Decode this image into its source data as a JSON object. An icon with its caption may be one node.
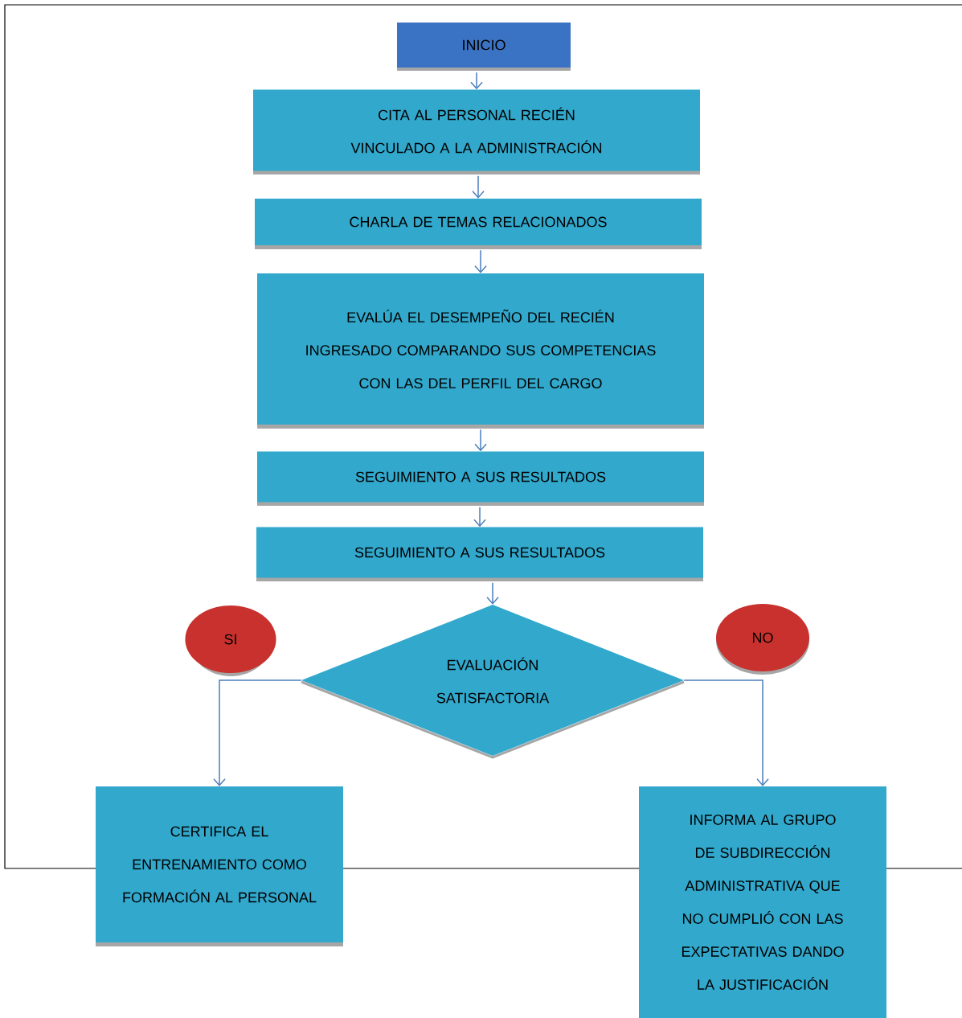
{
  "diagram": {
    "nodes": [
      {
        "text": [
          "INICIO"
        ]
      },
      {
        "text": [
          "CITA AL PERSONAL RECIÉN VINCULADO A LA ADMINISTRACIÓN"
        ]
      },
      {
        "text": [
          "CHARLA DE TEMAS RELACIONADOS"
        ]
      },
      {
        "text": [
          "EVALÚA EL DESEMPEÑO DEL RECIÉN INGRESADO COMPARANDO SUS COMPETENCIAS CON LAS DEL PERFIL DEL CARGO"
        ]
      },
      {
        "text": [
          "SEGUIMIENTO A SUS RESULTADOS"
        ]
      },
      {
        "text": [
          "SEGUIMIENTO A SUS RESULTADOS"
        ]
      },
      {
        "text": [
          "EVALUACIÓN SATISFACTORIA"
        ]
      },
      {
        "text": [
          "SI"
        ]
      },
      {
        "text": [
          "NO"
        ]
      },
      {
        "text": [
          "CERTIFICA EL ENTRENAMIENTO COMO FORMACIÓN AL PERSONAL"
        ]
      },
      {
        "text": [
          "INFORMA AL GRUPO DE SUBDIRECCIÓN ADMINISTRATIVA QUE NO CUMPLIÓ CON LAS EXPECTATIVAS DANDO LA JUSTIFICACIÓN"
        ]
      }
    ],
    "edges": [
      {
        "from": 0,
        "to": 1,
        "arrow": "to"
      },
      {
        "from": 1,
        "to": 2,
        "arrow": "to"
      },
      {
        "from": 2,
        "to": 3,
        "arrow": "to"
      },
      {
        "from": 3,
        "to": 4,
        "arrow": "to"
      },
      {
        "from": 4,
        "to": 5,
        "arrow": "to"
      },
      {
        "from": 5,
        "to": 6,
        "arrow": "to"
      },
      {
        "from": 6,
        "to": 9,
        "arrow": "to"
      },
      {
        "from": 6,
        "to": 10,
        "arrow": "to"
      }
    ]
  }
}
